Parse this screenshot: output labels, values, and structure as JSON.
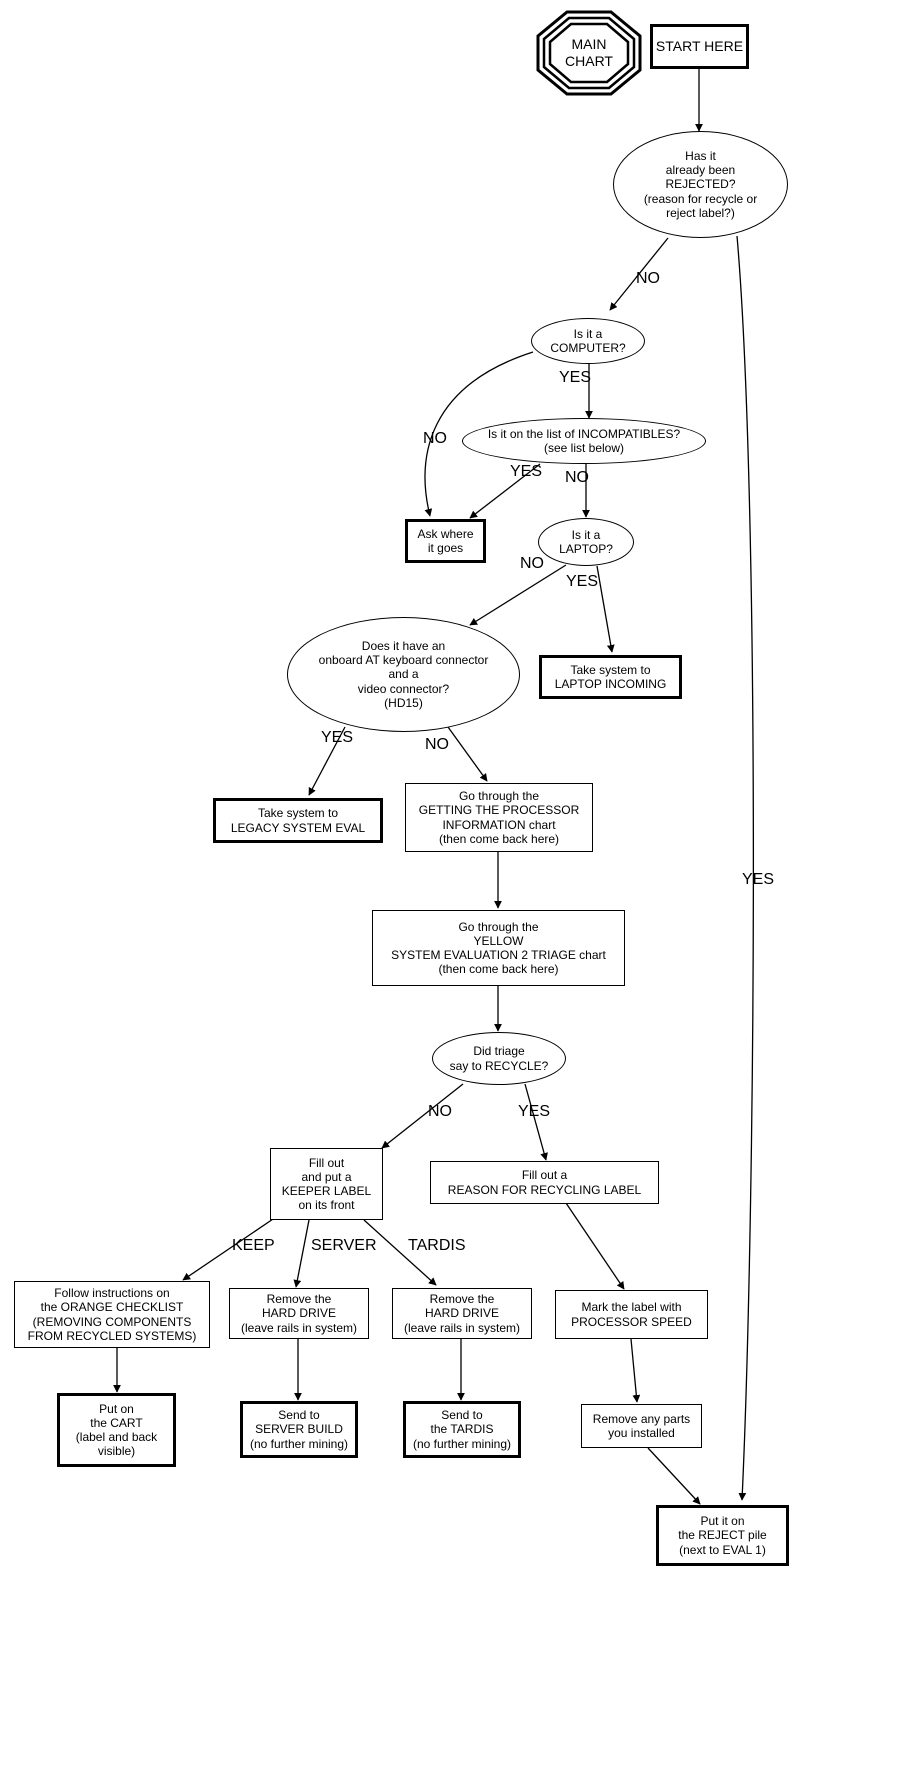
{
  "chart_data": {
    "type": "diagram",
    "title": "MAIN CHART",
    "diagram_kind": "flowchart",
    "nodes": [
      {
        "id": "main-chart",
        "shape": "octagon",
        "text": "MAIN\nCHART"
      },
      {
        "id": "start-here",
        "shape": "box-thick",
        "text": "START HERE"
      },
      {
        "id": "rejected",
        "shape": "ellipse",
        "text": "Has it\nalready been\nREJECTED?\n(reason for recycle or\nreject label?)"
      },
      {
        "id": "is-computer",
        "shape": "ellipse",
        "text": "Is it a\nCOMPUTER?"
      },
      {
        "id": "incompatibles",
        "shape": "ellipse",
        "text": "Is it on the list of INCOMPATIBLES?\n(see list below)"
      },
      {
        "id": "ask-where",
        "shape": "box-thick",
        "text": "Ask where\nit goes"
      },
      {
        "id": "is-laptop",
        "shape": "ellipse",
        "text": "Is it a\nLAPTOP?"
      },
      {
        "id": "laptop-incoming",
        "shape": "box-thick",
        "text": "Take system to\nLAPTOP INCOMING"
      },
      {
        "id": "at-keyboard",
        "shape": "ellipse",
        "text": "Does it have an\nonboard AT keyboard connector\nand a\nvideo connector?\n(HD15)"
      },
      {
        "id": "legacy-eval",
        "shape": "box-thick",
        "text": "Take system to\nLEGACY SYSTEM EVAL"
      },
      {
        "id": "processor-info",
        "shape": "box",
        "text": "Go through the\nGETTING THE PROCESSOR\nINFORMATION chart\n(then come back here)"
      },
      {
        "id": "yellow-triage",
        "shape": "box",
        "text": "Go through the\nYELLOW\nSYSTEM EVALUATION 2 TRIAGE chart\n(then come back here)"
      },
      {
        "id": "did-triage-recycle",
        "shape": "ellipse",
        "text": "Did triage\nsay to RECYCLE?"
      },
      {
        "id": "keeper-label",
        "shape": "box",
        "text": "Fill out\nand put a\nKEEPER LABEL\non its front"
      },
      {
        "id": "reason-recycling",
        "shape": "box",
        "text": "Fill out a\nREASON FOR RECYCLING LABEL"
      },
      {
        "id": "orange-checklist",
        "shape": "box",
        "text": "Follow instructions on\nthe ORANGE CHECKLIST\n(REMOVING COMPONENTS\nFROM RECYCLED SYSTEMS)"
      },
      {
        "id": "remove-hd-server",
        "shape": "box",
        "text": "Remove the\nHARD DRIVE\n(leave rails in system)"
      },
      {
        "id": "remove-hd-tardis",
        "shape": "box",
        "text": "Remove the\nHARD DRIVE\n(leave rails in system)"
      },
      {
        "id": "mark-label-speed",
        "shape": "box",
        "text": "Mark the label with\nPROCESSOR SPEED"
      },
      {
        "id": "put-on-cart",
        "shape": "box-thick",
        "text": "Put on\nthe CART\n(label and back\nvisible)"
      },
      {
        "id": "send-server-build",
        "shape": "box-thick",
        "text": "Send to\nSERVER BUILD\n(no further mining)"
      },
      {
        "id": "send-tardis",
        "shape": "box-thick",
        "text": "Send to\nthe TARDIS\n(no further mining)"
      },
      {
        "id": "remove-parts",
        "shape": "box",
        "text": "Remove any parts\nyou installed"
      },
      {
        "id": "reject-pile",
        "shape": "box-thick",
        "text": "Put it on\nthe REJECT pile\n(next to EVAL 1)"
      }
    ],
    "edges": [
      {
        "from": "start-here",
        "to": "rejected",
        "label": ""
      },
      {
        "from": "rejected",
        "to": "is-computer",
        "label": "NO"
      },
      {
        "from": "rejected",
        "to": "reject-pile",
        "label": "YES"
      },
      {
        "from": "is-computer",
        "to": "ask-where",
        "label": "NO"
      },
      {
        "from": "is-computer",
        "to": "incompatibles",
        "label": "YES"
      },
      {
        "from": "incompatibles",
        "to": "ask-where",
        "label": "YES"
      },
      {
        "from": "incompatibles",
        "to": "is-laptop",
        "label": "NO"
      },
      {
        "from": "is-laptop",
        "to": "at-keyboard",
        "label": "NO"
      },
      {
        "from": "is-laptop",
        "to": "laptop-incoming",
        "label": "YES"
      },
      {
        "from": "at-keyboard",
        "to": "legacy-eval",
        "label": "YES"
      },
      {
        "from": "at-keyboard",
        "to": "processor-info",
        "label": "NO"
      },
      {
        "from": "processor-info",
        "to": "yellow-triage",
        "label": ""
      },
      {
        "from": "yellow-triage",
        "to": "did-triage-recycle",
        "label": ""
      },
      {
        "from": "did-triage-recycle",
        "to": "keeper-label",
        "label": "NO"
      },
      {
        "from": "did-triage-recycle",
        "to": "reason-recycling",
        "label": "YES"
      },
      {
        "from": "keeper-label",
        "to": "orange-checklist",
        "label": "KEEP"
      },
      {
        "from": "keeper-label",
        "to": "remove-hd-server",
        "label": "SERVER"
      },
      {
        "from": "keeper-label",
        "to": "remove-hd-tardis",
        "label": "TARDIS"
      },
      {
        "from": "reason-recycling",
        "to": "mark-label-speed",
        "label": ""
      },
      {
        "from": "orange-checklist",
        "to": "put-on-cart",
        "label": ""
      },
      {
        "from": "remove-hd-server",
        "to": "send-server-build",
        "label": ""
      },
      {
        "from": "remove-hd-tardis",
        "to": "send-tardis",
        "label": ""
      },
      {
        "from": "mark-label-speed",
        "to": "remove-parts",
        "label": ""
      },
      {
        "from": "remove-parts",
        "to": "reject-pile",
        "label": ""
      }
    ]
  },
  "nodes": {
    "main_chart": "MAIN\nCHART",
    "start_here": "START HERE",
    "rejected": "Has it\nalready been\nREJECTED?\n(reason for recycle or\nreject label?)",
    "is_computer": "Is it a\nCOMPUTER?",
    "incompatibles": "Is it on the list of INCOMPATIBLES?\n(see list below)",
    "ask_where": "Ask where\nit goes",
    "is_laptop": "Is it a\nLAPTOP?",
    "laptop_incoming": "Take system to\nLAPTOP INCOMING",
    "at_keyboard": "Does it have an\nonboard AT keyboard connector\nand a\nvideo connector?\n(HD15)",
    "legacy_eval": "Take system to\nLEGACY SYSTEM EVAL",
    "processor_info": "Go through the\nGETTING THE PROCESSOR\nINFORMATION chart\n(then come back here)",
    "yellow_triage": "Go through the\nYELLOW\nSYSTEM EVALUATION 2 TRIAGE chart\n(then come back here)",
    "did_triage_recycle": "Did triage\nsay to RECYCLE?",
    "keeper_label": "Fill out\nand put a\nKEEPER LABEL\non its front",
    "reason_recycling": "Fill out a\nREASON FOR RECYCLING LABEL",
    "orange_checklist": "Follow instructions on\nthe ORANGE CHECKLIST\n(REMOVING COMPONENTS\nFROM RECYCLED SYSTEMS)",
    "remove_hd_server": "Remove the\nHARD DRIVE\n(leave rails in system)",
    "remove_hd_tardis": "Remove the\nHARD DRIVE\n(leave rails in system)",
    "mark_label_speed": "Mark the label with\nPROCESSOR SPEED",
    "put_on_cart": "Put on\nthe CART\n(label and back\nvisible)",
    "send_server_build": "Send to\nSERVER BUILD\n(no further mining)",
    "send_tardis": "Send to\nthe TARDIS\n(no further mining)",
    "remove_parts": "Remove any parts\nyou installed",
    "reject_pile": "Put it on\nthe REJECT pile\n(next to EVAL 1)"
  },
  "edge_labels": {
    "rejected_no": "NO",
    "rejected_yes": "YES",
    "is_computer_no": "NO",
    "is_computer_yes": "YES",
    "incompatibles_yes": "YES",
    "incompatibles_no": "NO",
    "is_laptop_no": "NO",
    "is_laptop_yes": "YES",
    "at_keyboard_yes": "YES",
    "at_keyboard_no": "NO",
    "triage_no": "NO",
    "triage_yes": "YES",
    "keeper_keep": "KEEP",
    "keeper_server": "SERVER",
    "keeper_tardis": "TARDIS"
  },
  "colors": {
    "stroke": "#000000",
    "background": "#ffffff"
  }
}
